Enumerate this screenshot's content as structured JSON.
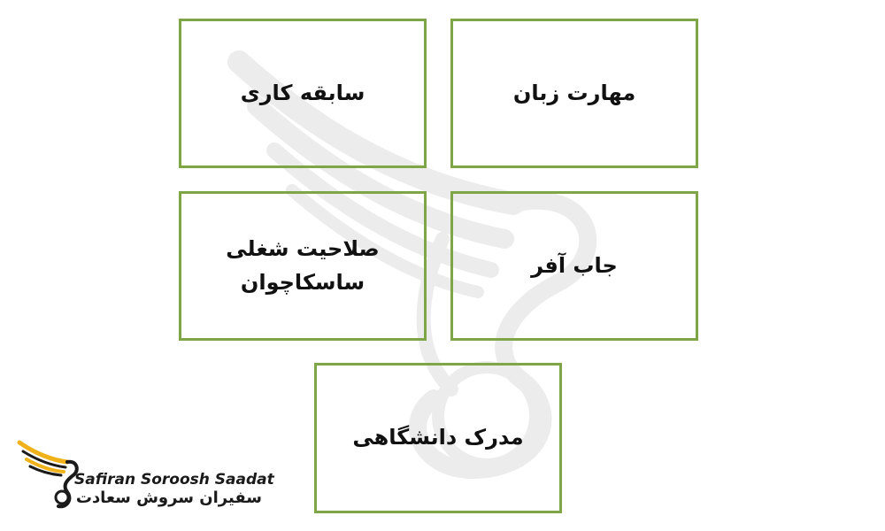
{
  "boxes": [
    {
      "id": "b1",
      "text": "مهارت زبان"
    },
    {
      "id": "b2",
      "text": "سابقه کاری"
    },
    {
      "id": "b3",
      "text": "جاب آفر"
    },
    {
      "id": "b4",
      "text": "صلاحیت شغلی\nساسکاچوان"
    },
    {
      "id": "b5",
      "text": "مدرک دانشگاهی"
    }
  ],
  "logo": {
    "name_en": "Safiran Soroosh Saadat",
    "name_fa": "سفیران سروش سعادت"
  },
  "colors": {
    "box_border": "#7ea646",
    "text": "#111111",
    "logo_gold": "#f0b21a",
    "watermark": "#eeeeee"
  }
}
